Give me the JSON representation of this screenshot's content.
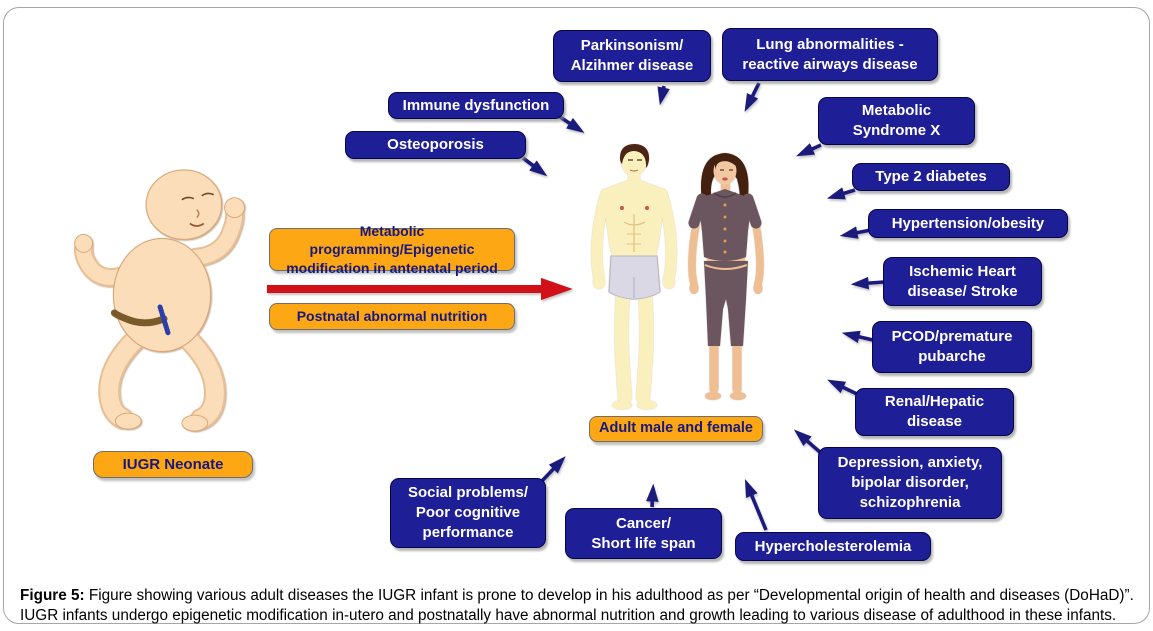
{
  "figure": {
    "caption": {
      "label": "Figure 5:",
      "line1": " Figure showing various adult diseases the IUGR infant is prone to develop in his adulthood as per “Developmental origin of health and diseases (DoHaD)”.",
      "line2": "IUGR infants undergo epigenetic modification in-utero and postnatally have abnormal nutrition and growth leading to various disease of adulthood in these infants."
    }
  },
  "diagram": {
    "source_label": "IUGR Neonate",
    "target_label": "Adult male and female",
    "process_boxes": [
      {
        "id": "antenatal",
        "label": "Metabolic programming/Epigenetic\nmodification in antenatal period"
      },
      {
        "id": "postnatal",
        "label": "Postnatal abnormal nutrition"
      }
    ],
    "disease_boxes": [
      {
        "id": "parkinsonism",
        "label": "Parkinsonism/\nAlzihmer disease"
      },
      {
        "id": "lung",
        "label": "Lung abnormalities -\nreactive airways disease"
      },
      {
        "id": "immune",
        "label": "Immune dysfunction"
      },
      {
        "id": "osteoporosis",
        "label": "Osteoporosis"
      },
      {
        "id": "metabolic-syndrome-x",
        "label": "Metabolic\nSyndrome X"
      },
      {
        "id": "type-2-diabetes",
        "label": "Type 2 diabetes"
      },
      {
        "id": "hypertension-obesity",
        "label": "Hypertension/obesity"
      },
      {
        "id": "ischemic-heart-stroke",
        "label": "Ischemic Heart\ndisease/ Stroke"
      },
      {
        "id": "pcod-premature-pubarche",
        "label": "PCOD/premature\npubarche"
      },
      {
        "id": "renal-hepatic",
        "label": "Renal/Hepatic\ndisease"
      },
      {
        "id": "depression-psychiatric",
        "label": "Depression, anxiety,\nbipolar disorder,\nschizophrenia"
      },
      {
        "id": "hypercholesterolemia",
        "label": "Hypercholesterolemia"
      },
      {
        "id": "cancer-short-life",
        "label": "Cancer/\nShort life span"
      },
      {
        "id": "social-cognitive",
        "label": "Social problems/\nPoor cognitive\nperformance"
      }
    ],
    "colors": {
      "disease_box": "#1e1e96",
      "disease_text": "#ffffff",
      "process_box": "#FCA713",
      "process_text": "#18187e",
      "navy_arrow": "#1b1b7d",
      "red_arrow": "#d01118"
    },
    "illustrations": [
      "iugr-neonate-baby",
      "adult-male-figure",
      "adult-female-figure"
    ]
  }
}
